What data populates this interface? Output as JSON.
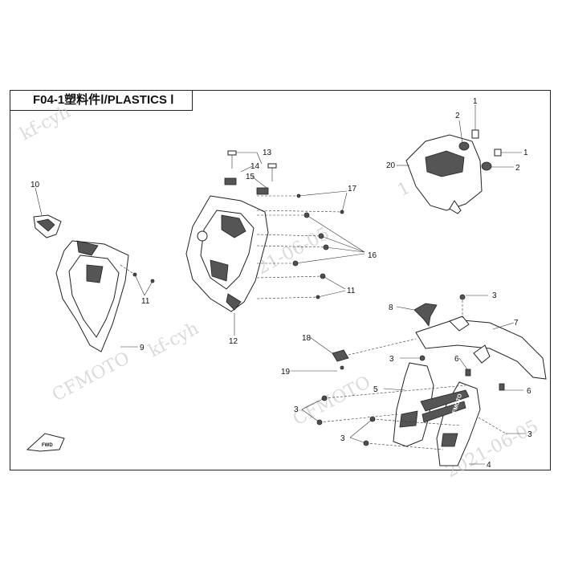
{
  "title": "F04-1塑料件Ⅰ/PLASTICS Ⅰ",
  "watermark": {
    "brand": "CFMOTO",
    "user": "kf-cyh",
    "date": "2021-06-05",
    "phone_fragment": "1"
  },
  "callouts": [
    "1",
    "2",
    "1",
    "2",
    "20",
    "13",
    "14",
    "15",
    "17",
    "16",
    "11",
    "12",
    "10",
    "11",
    "9",
    "3",
    "8",
    "7",
    "18",
    "19",
    "3",
    "6",
    "5",
    "6",
    "3",
    "3",
    "4"
  ],
  "fwd_label": "FWD",
  "logo_text": "CFMOTO"
}
